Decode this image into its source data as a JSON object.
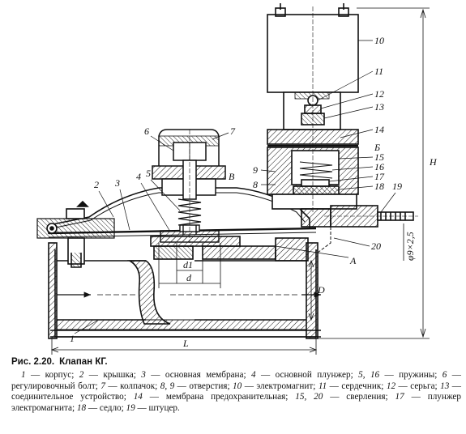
{
  "caption": {
    "figure_number": "Рис. 2.20.",
    "figure_title": "Клапан КГ."
  },
  "legend": [
    {
      "num": "1",
      "text": "корпус"
    },
    {
      "num": "2",
      "text": "крышка"
    },
    {
      "num": "3",
      "text": "основная мембрана"
    },
    {
      "num": "4",
      "text": "основной плунжер"
    },
    {
      "num": "5, 16",
      "text": "пружины"
    },
    {
      "num": "6",
      "text": "регулировочный болт"
    },
    {
      "num": "7",
      "text": "колпачок"
    },
    {
      "num": "8, 9",
      "text": "отверстия"
    },
    {
      "num": "10",
      "text": "электромагнит"
    },
    {
      "num": "11",
      "text": "сердечник"
    },
    {
      "num": "12",
      "text": "серьга"
    },
    {
      "num": "13",
      "text": "соединительное устройство"
    },
    {
      "num": "14",
      "text": "мембрана предохранительная"
    },
    {
      "num": "15, 20",
      "text": "сверления"
    },
    {
      "num": "17",
      "text": "плунжер электромагнита"
    },
    {
      "num": "18",
      "text": "седло"
    },
    {
      "num": "19",
      "text": "штуцер"
    }
  ],
  "part_labels": [
    "1",
    "2",
    "3",
    "4",
    "5",
    "6",
    "7",
    "8",
    "9",
    "10",
    "11",
    "12",
    "13",
    "14",
    "15",
    "16",
    "17",
    "18",
    "19",
    "20"
  ],
  "letter_labels": [
    "А",
    "Б",
    "В"
  ],
  "dimensions": {
    "overall_height": "H",
    "length": "L",
    "pipe_diameter": "D",
    "plunger_d1": "d1",
    "plunger_d": "d",
    "fitting": "φ9×2,5"
  }
}
